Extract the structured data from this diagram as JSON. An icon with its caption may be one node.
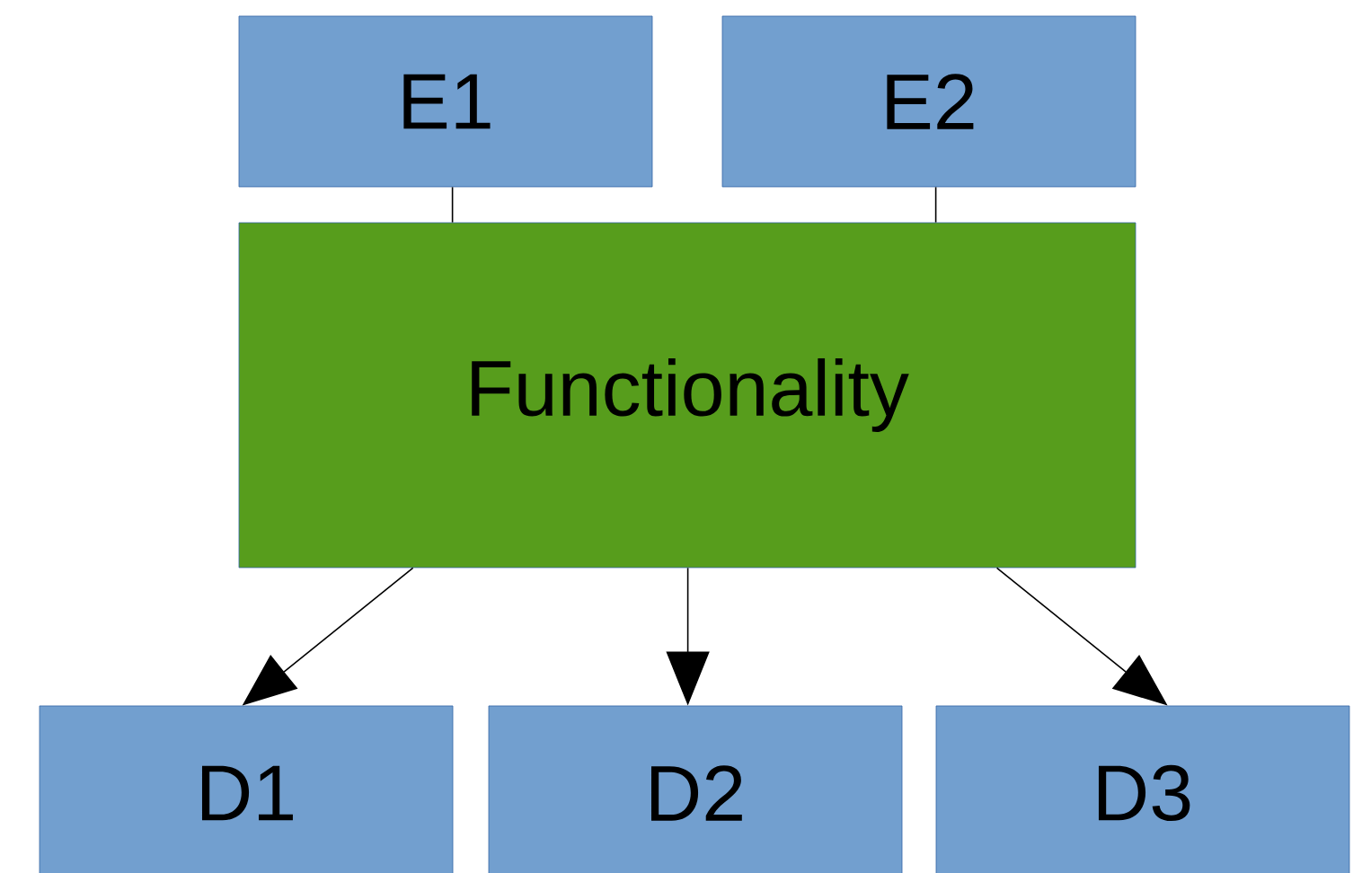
{
  "diagram": {
    "nodes": [
      {
        "text": [
          "E1"
        ]
      },
      {
        "text": [
          "E2"
        ]
      },
      {
        "text": [
          "Functionality"
        ]
      },
      {
        "text": [
          "D1"
        ]
      },
      {
        "text": [
          "D2"
        ]
      },
      {
        "text": [
          "D3"
        ]
      }
    ],
    "edges": [
      {
        "from": 0,
        "to": 2,
        "arrow": "none"
      },
      {
        "from": 1,
        "to": 2,
        "arrow": "none"
      },
      {
        "from": 2,
        "to": 3,
        "arrow": "to"
      },
      {
        "from": 2,
        "to": 4,
        "arrow": "to"
      },
      {
        "from": 2,
        "to": 5,
        "arrow": "to"
      }
    ]
  }
}
